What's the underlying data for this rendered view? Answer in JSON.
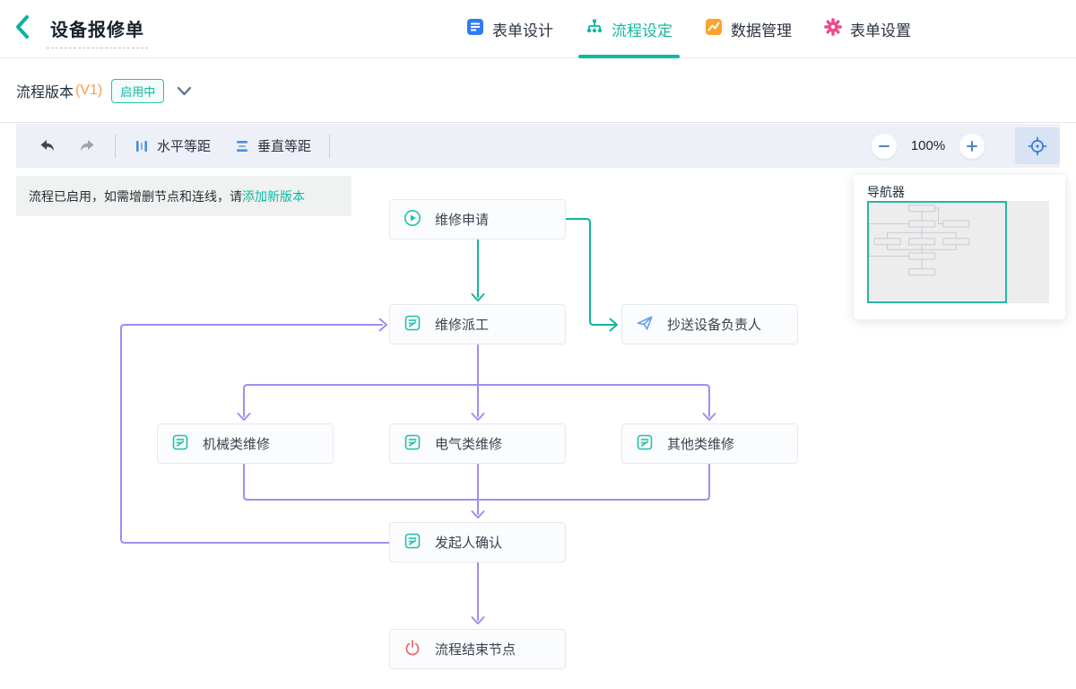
{
  "header": {
    "title": "设备报修单",
    "tabs": [
      {
        "label": "表单设计",
        "icon": "form-design-icon",
        "icon_color": "#2e7cf6",
        "active": false
      },
      {
        "label": "流程设定",
        "icon": "flow-icon",
        "icon_color": "#0fb9a2",
        "active": true
      },
      {
        "label": "数据管理",
        "icon": "data-chart-icon",
        "icon_color": "#ffa22d",
        "active": false
      },
      {
        "label": "表单设置",
        "icon": "gear-icon",
        "icon_color": "#ed4a90",
        "active": false
      }
    ]
  },
  "version_bar": {
    "label": "流程版本",
    "version": "(V1)",
    "status_badge": "启用中"
  },
  "toolbar": {
    "h_distribute_label": "水平等距",
    "v_distribute_label": "垂直等距",
    "zoom_value": "100%"
  },
  "notice": {
    "text": "流程已启用，如需增删节点和连线，请",
    "link": "添加新版本"
  },
  "navigator": {
    "title": "导航器"
  },
  "flow": {
    "nodes": [
      {
        "id": "start",
        "label": "维修申请",
        "icon": "play-circle-icon"
      },
      {
        "id": "dispatch",
        "label": "维修派工",
        "icon": "form-icon"
      },
      {
        "id": "cc",
        "label": "抄送设备负责人",
        "icon": "paper-plane-icon"
      },
      {
        "id": "mech",
        "label": "机械类维修",
        "icon": "form-icon"
      },
      {
        "id": "elec",
        "label": "电气类维修",
        "icon": "form-icon"
      },
      {
        "id": "other",
        "label": "其他类维修",
        "icon": "form-icon"
      },
      {
        "id": "confirm",
        "label": "发起人确认",
        "icon": "form-icon"
      },
      {
        "id": "end",
        "label": "流程结束节点",
        "icon": "power-icon"
      }
    ],
    "edges": [
      {
        "from": "start",
        "to": "dispatch",
        "color": "#12b3a0"
      },
      {
        "from": "start",
        "to": "cc",
        "color": "#12b3a0"
      },
      {
        "from": "dispatch",
        "to": "mech",
        "color": "#a48bf2"
      },
      {
        "from": "dispatch",
        "to": "elec",
        "color": "#a48bf2"
      },
      {
        "from": "dispatch",
        "to": "other",
        "color": "#a48bf2"
      },
      {
        "from": "mech",
        "to": "confirm",
        "color": "#a48bf2"
      },
      {
        "from": "elec",
        "to": "confirm",
        "color": "#a48bf2"
      },
      {
        "from": "other",
        "to": "confirm",
        "color": "#a48bf2"
      },
      {
        "from": "confirm",
        "to": "dispatch",
        "color": "#a48bf2"
      },
      {
        "from": "confirm",
        "to": "end",
        "color": "#a48bf2"
      }
    ]
  },
  "colors": {
    "brand_teal": "#0fb9a2",
    "edge_green": "#12b3a0",
    "edge_purple": "#a48bf2",
    "version_orange": "#ff9c40",
    "toolbar_bg": "#edf0f7",
    "toolbar_icon_blue": "#4a90d9",
    "cc_icon_blue": "#5b9cf8",
    "end_icon_red": "#ee6b6b",
    "tab_gear_pink": "#ed4a90",
    "tab_data_orange": "#ffa22d",
    "tab_form_blue": "#2e7cf6"
  }
}
